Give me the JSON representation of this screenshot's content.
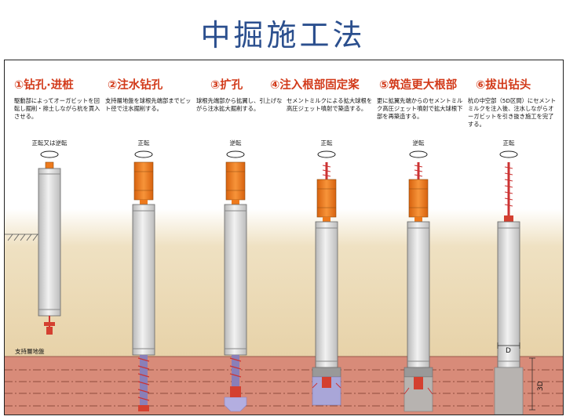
{
  "title": "中掘施工法",
  "steps": [
    {
      "heading": "①钻孔·进桩",
      "desc": "駆動部によってオーガビットを回転し掘削・排土しながら杭を貫入させる。",
      "rotation": "正転又は逆転"
    },
    {
      "heading": "②注水钻孔",
      "desc": "支持層地盤を球根先端部までビット径で注水掘削する。",
      "rotation": "正転"
    },
    {
      "heading": "③扩孔",
      "desc": "球根先端部から拡翼し、引上げながら注水拡大掘削する。",
      "rotation": "逆転"
    },
    {
      "heading": "④注入根部固定桨",
      "desc": "セメントミルクによる拡大球根を高圧ジェット噴射で築造する。",
      "rotation": "正転"
    },
    {
      "heading": "⑤筑造更大根部",
      "desc": "更に拡翼先端からのセメントミルク高圧ジェット噴射で拡大球根下部を再築造する。",
      "rotation": "逆転"
    },
    {
      "heading": "⑥拔出钻头",
      "desc": "杭の中空部（5D区間）にセメントミルクを注入後、注水しながらオーガビットを引き抜き施工を完了する。",
      "rotation": "正転"
    }
  ],
  "labels": {
    "support_layer": "支持層地盤",
    "diameter": "D",
    "bulb_length": "3D"
  },
  "colors": {
    "title": "#2b4f8e",
    "heading": "#d23a1a",
    "soil": "#eddcb8",
    "bearing_layer": "#d98a78",
    "pile": "#dcdcdc",
    "drive": "#ee7a1c",
    "bit": "#d44030",
    "bulb": "#a9a6d8"
  }
}
